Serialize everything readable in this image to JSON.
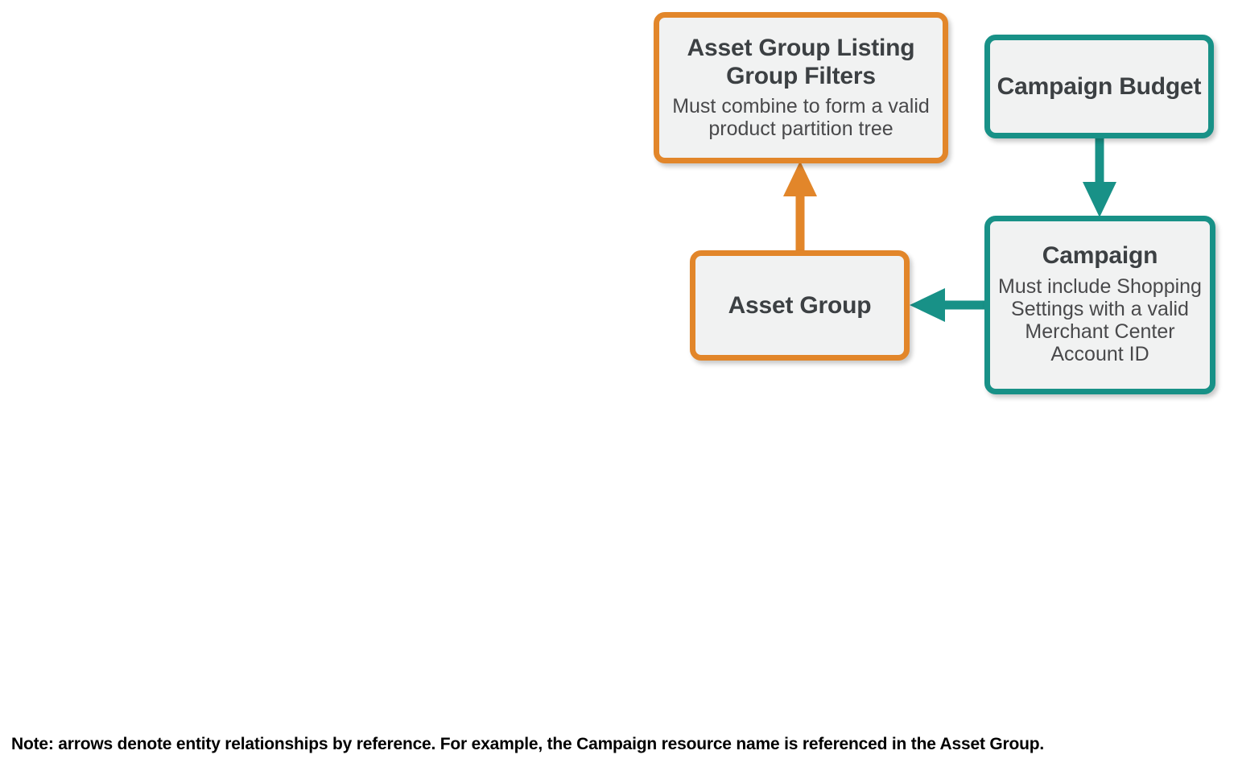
{
  "diagram": {
    "type": "entity-relationship-flow",
    "background_color": "#FFFFFF",
    "palette": {
      "orange": "#E2862A",
      "teal": "#189187",
      "node_fill": "#F1F2F2",
      "text": "#3C4043",
      "subtext": "#49494B",
      "note_text": "#000000"
    },
    "nodes": [
      {
        "id": "asset-group-listing-group-filters",
        "title": "Asset Group Listing Group Filters",
        "subtitle": "Must combine to form a valid product partition tree",
        "color": "orange"
      },
      {
        "id": "campaign-budget",
        "title": "Campaign Budget",
        "subtitle": "",
        "color": "teal"
      },
      {
        "id": "campaign",
        "title": "Campaign",
        "subtitle": "Must include Shopping Settings with a valid Merchant Center Account ID",
        "color": "teal"
      },
      {
        "id": "asset-group",
        "title": "Asset Group",
        "subtitle": "",
        "color": "orange"
      }
    ],
    "edges": [
      {
        "id": "asset-group-to-filters",
        "from": "asset-group",
        "to": "asset-group-listing-group-filters",
        "direction": "up",
        "color": "orange"
      },
      {
        "id": "budget-to-campaign",
        "from": "campaign-budget",
        "to": "campaign",
        "direction": "down",
        "color": "teal"
      },
      {
        "id": "campaign-to-asset-group",
        "from": "campaign",
        "to": "asset-group",
        "direction": "left",
        "color": "teal"
      }
    ],
    "note": "Note: arrows denote entity relationships by reference. For example, the Campaign resource name is referenced in the Asset Group."
  }
}
